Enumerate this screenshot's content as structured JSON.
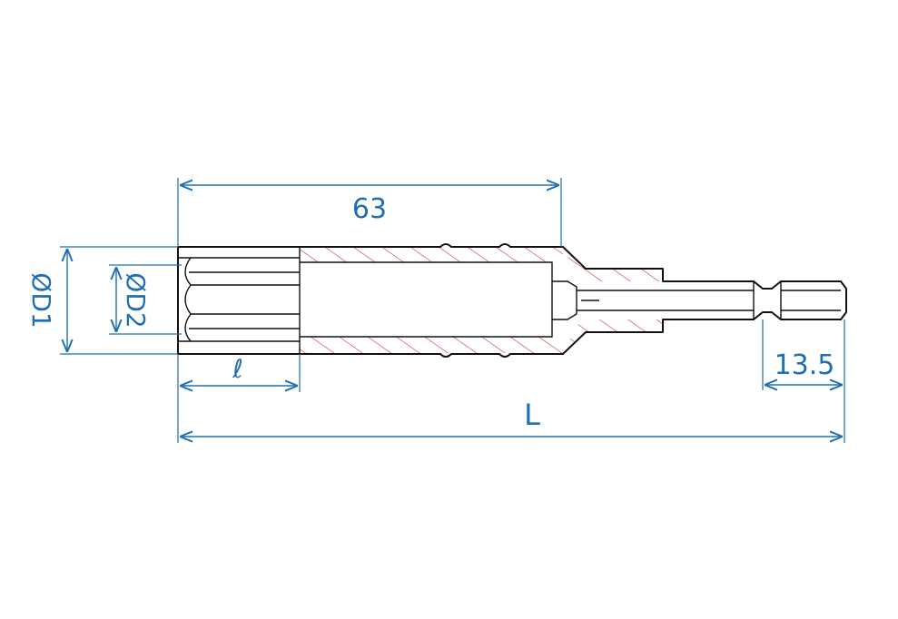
{
  "dimensions": {
    "length_63": "63",
    "hex_13_5": "13.5",
    "overall_L": "L",
    "socket_depth_l": "ℓ",
    "outer_dia": "ØD1",
    "inner_dia": "ØD2"
  },
  "colors": {
    "dimension": "#1f6fb2",
    "outline": "#111111",
    "hatch": "#c0392b",
    "background": "#ffffff"
  }
}
